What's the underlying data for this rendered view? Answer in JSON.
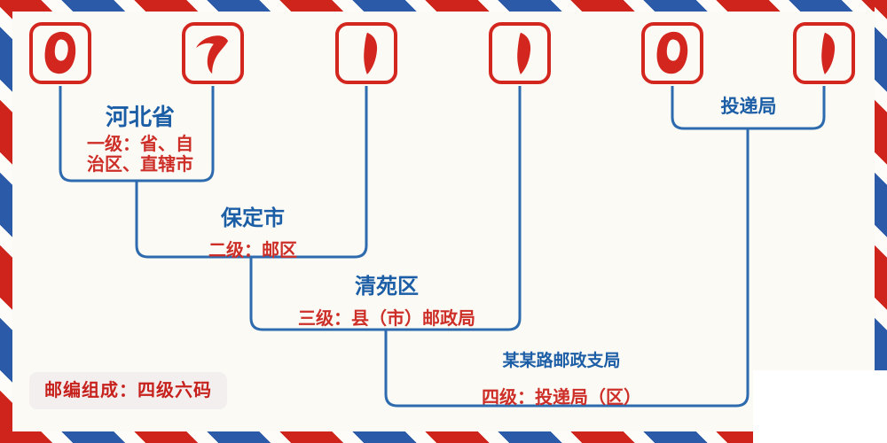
{
  "postal_code": {
    "digits": [
      "0",
      "7",
      "1",
      "1",
      "0",
      "1"
    ]
  },
  "levels": [
    {
      "place": "河北省",
      "desc": "一级：省、自治区、直辖市"
    },
    {
      "place": "保定市",
      "desc": "二级：邮区"
    },
    {
      "place": "清苑区",
      "desc": "三级：县（市）邮政局"
    },
    {
      "place": "某某路邮政支局",
      "desc": "四级：投递局（区）"
    },
    {
      "place": "投递局",
      "desc": ""
    }
  ],
  "badge": {
    "label": "邮编组成：四级六码"
  },
  "colors": {
    "envelope_red": "#ce241c",
    "envelope_blue": "#2a5aa8",
    "box_red": "#d3261f",
    "line_blue": "#2e6bae",
    "place_text_blue": "#1c5ea6",
    "desc_text_red": "#cd2f28",
    "badge_text_red": "#c6211c",
    "badge_background": "#f4efef",
    "background": "#fbfaf5"
  }
}
